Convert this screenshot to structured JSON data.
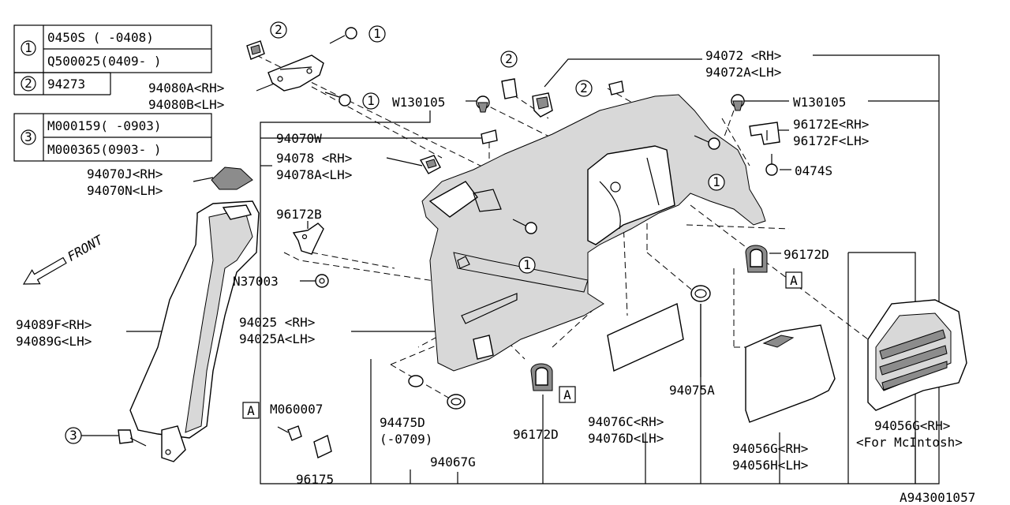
{
  "diagram_id": "A943001057",
  "front_label": "FRONT",
  "legend": {
    "items": [
      {
        "key": "1",
        "rows": [
          "0450S  ( -0408)",
          "Q500025(0409- )"
        ]
      },
      {
        "key": "2",
        "rows": [
          "94273"
        ]
      },
      {
        "key": "3",
        "rows": [
          "M000159( -0903)",
          "M000365(0903- )"
        ]
      }
    ]
  },
  "callouts": {
    "one": "1",
    "two": "2",
    "three": "3",
    "a": "A"
  },
  "labels": {
    "p94072": "94072 <RH>",
    "p94072a": "94072A<LH>",
    "p94080a": "94080A<RH>",
    "p94080b": "94080B<LH>",
    "w130105_left": "W130105",
    "w130105_right": "W130105",
    "p94070w": "94070W",
    "p94078": "94078 <RH>",
    "p94078a": "94078A<LH>",
    "p94070j": "94070J<RH>",
    "p94070n": "94070N<LH>",
    "p96172b": "96172B",
    "n37003": "N37003",
    "p96172e": "96172E<RH>",
    "p96172f": "96172F<LH>",
    "p0474s": "0474S",
    "p96172d_upper": "96172D",
    "p94089f": "94089F<RH>",
    "p94089g": "94089G<LH>",
    "p94025": "94025 <RH>",
    "p94025a": "94025A<LH>",
    "p94075a": "94075A",
    "m060007": "M060007",
    "p94475d": "94475D",
    "p94475d_date": "(-0709)",
    "p96172d_lower": "96172D",
    "p94076c": "94076C<RH>",
    "p94076d": "94076D<LH>",
    "p94056g_mid": "94056G<RH>",
    "p94056h": "94056H<LH>",
    "p94056g_right": "94056G<RH>",
    "for_mcintosh": "<For McIntosh>",
    "p94067g": "94067G",
    "p96175": "96175"
  }
}
